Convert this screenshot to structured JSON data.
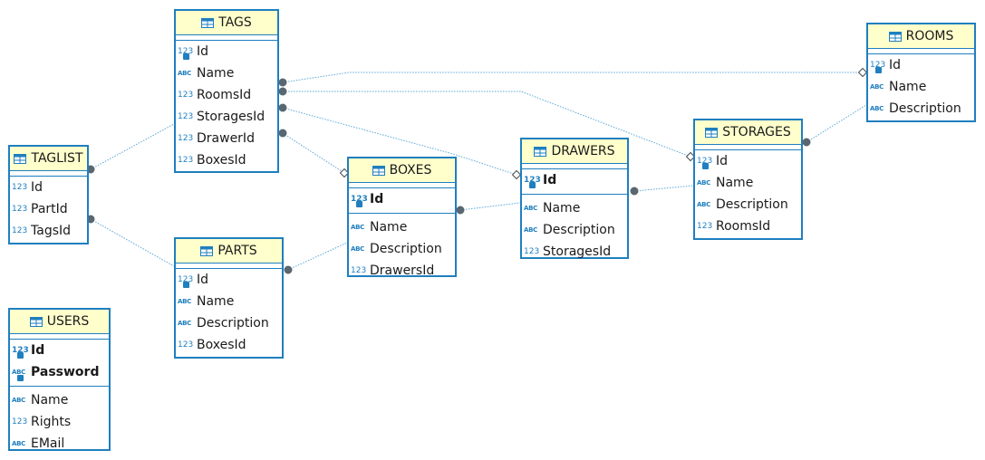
{
  "colors": {
    "border": "#1f7fbf",
    "header_bg": "#ffffcc",
    "edge": "#5aa8d8",
    "dot": "#5a6670"
  },
  "icons": {
    "table": "table-icon",
    "numeric_type": "numeric-type-icon",
    "text_type": "text-type-icon",
    "primary_key": "key-icon"
  },
  "type_labels": {
    "num": "123",
    "text": "ABC"
  },
  "tables": {
    "tags": {
      "name": "TAGS",
      "columns": [
        "Id",
        "Name",
        "RoomsId",
        "StoragesId",
        "DrawerId",
        "BoxesId"
      ]
    },
    "rooms": {
      "name": "ROOMS",
      "columns": [
        "Id",
        "Name",
        "Description"
      ]
    },
    "taglist": {
      "name": "TAGLIST",
      "columns": [
        "Id",
        "PartId",
        "TagsId"
      ]
    },
    "boxes": {
      "name": "BOXES",
      "columns": [
        "Id",
        "Name",
        "Description",
        "DrawersId"
      ]
    },
    "drawers": {
      "name": "DRAWERS",
      "columns": [
        "Id",
        "Name",
        "Description",
        "StoragesId"
      ]
    },
    "storages": {
      "name": "STORAGES",
      "columns": [
        "Id",
        "Name",
        "Description",
        "RoomsId"
      ]
    },
    "parts": {
      "name": "PARTS",
      "columns": [
        "Id",
        "Name",
        "Description",
        "BoxesId"
      ]
    },
    "users": {
      "name": "USERS",
      "columns": [
        "Id",
        "Password",
        "Name",
        "Rights",
        "EMail"
      ]
    }
  },
  "relationships": [
    {
      "from": "TAGS.RoomsId",
      "to": "ROOMS.Id"
    },
    {
      "from": "TAGS.StoragesId",
      "to": "STORAGES.Id"
    },
    {
      "from": "TAGS.DrawerId",
      "to": "DRAWERS.Id"
    },
    {
      "from": "TAGS.BoxesId",
      "to": "BOXES.Id"
    },
    {
      "from": "TAGLIST.TagsId",
      "to": "TAGS.Id"
    },
    {
      "from": "TAGLIST.PartId",
      "to": "PARTS.Id"
    },
    {
      "from": "PARTS.BoxesId",
      "to": "BOXES.Id"
    },
    {
      "from": "BOXES.DrawersId",
      "to": "DRAWERS.Id"
    },
    {
      "from": "DRAWERS.StoragesId",
      "to": "STORAGES.Id"
    },
    {
      "from": "STORAGES.RoomsId",
      "to": "ROOMS.Id"
    }
  ]
}
